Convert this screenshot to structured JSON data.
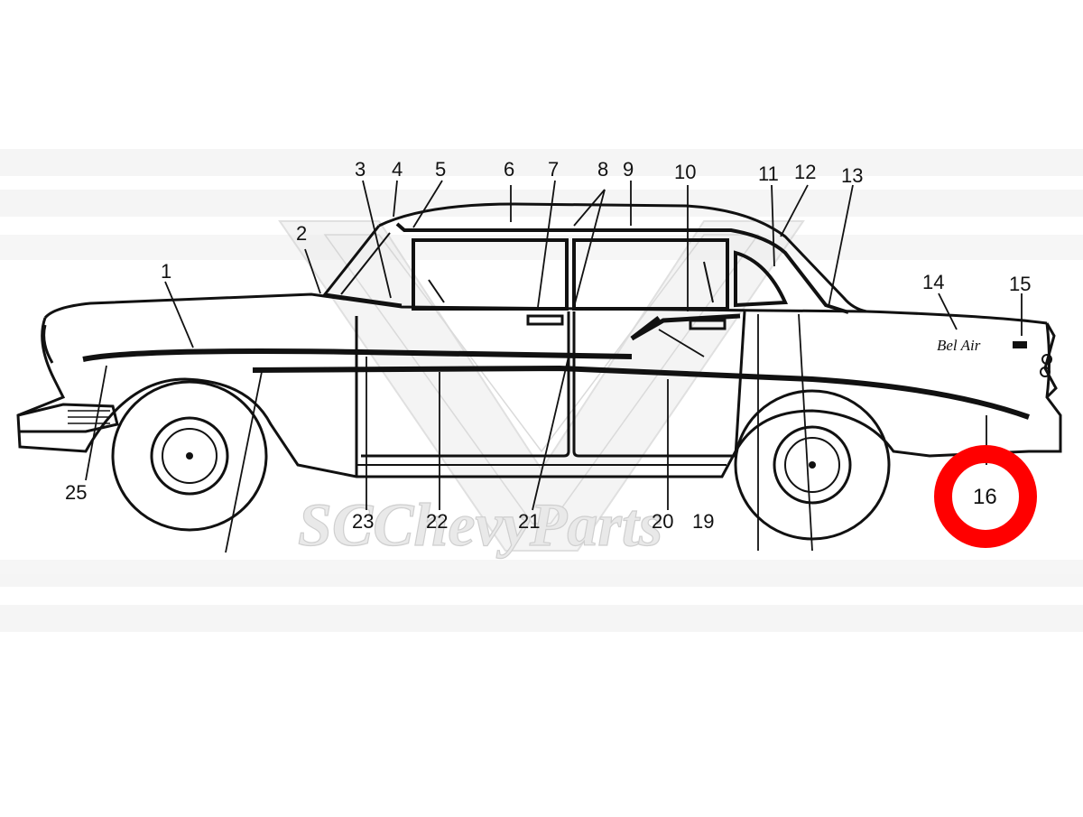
{
  "diagram": {
    "callouts": [
      "1",
      "2",
      "3",
      "4",
      "5",
      "6",
      "7",
      "8",
      "9",
      "10",
      "11",
      "12",
      "13",
      "14",
      "15",
      "16",
      "19",
      "20",
      "21",
      "22",
      "23",
      "25"
    ],
    "highlighted": "16",
    "highlight_color": "#ff0000",
    "watermark_text": "SCChevyParts",
    "script_badge": "Bel Air"
  }
}
